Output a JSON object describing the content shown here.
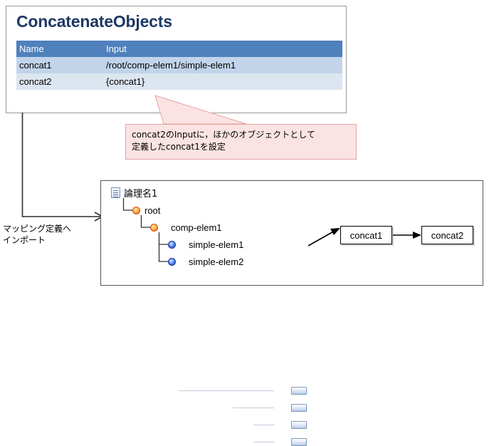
{
  "top_panel": {
    "title": "ConcatenateObjects",
    "table": {
      "columns": [
        "Name",
        "Input"
      ],
      "rows": [
        {
          "name": "concat1",
          "input": "/root/comp-elem1/simple-elem1"
        },
        {
          "name": "concat2",
          "input": "{concat1}"
        }
      ]
    }
  },
  "callout": {
    "text": "concat2のInputに，ほかのオブジェクトとして\n定義したconcat1を設定",
    "fill_color": "#FCE3E3",
    "border_color": "#E5A3A3"
  },
  "import_flow": {
    "label": "マッピング定義へ\nインポート"
  },
  "tree_panel": {
    "nodes": [
      {
        "label": "論理名1",
        "icon": "document-icon",
        "depth": 0,
        "has_field_chip": false
      },
      {
        "label": "root",
        "icon": "complex-node-icon",
        "depth": 1,
        "has_field_chip": true
      },
      {
        "label": "comp-elem1",
        "icon": "complex-node-icon",
        "depth": 2,
        "has_field_chip": true
      },
      {
        "label": "simple-elem1",
        "icon": "simple-node-icon",
        "depth": 3,
        "has_field_chip": true
      },
      {
        "label": "simple-elem2",
        "icon": "simple-node-icon",
        "depth": 3,
        "has_field_chip": true
      }
    ]
  },
  "concat_boxes": [
    {
      "label": "concat1"
    },
    {
      "label": "concat2"
    }
  ],
  "colors": {
    "title": "#1F3864",
    "table_header_bg": "#4F81BD",
    "table_row_a_bg": "#C2D4EA",
    "table_row_b_bg": "#DCE6F1",
    "panel_border": "#9A9A9A",
    "tree_border": "#555555"
  }
}
